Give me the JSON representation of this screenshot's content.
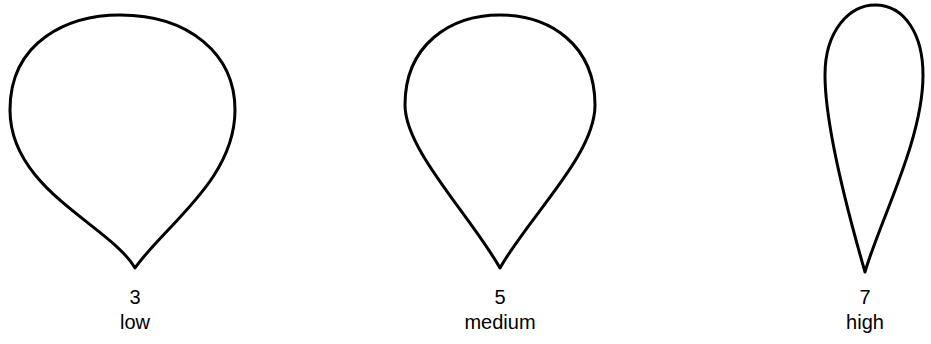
{
  "diagram": {
    "labels": [
      "3",
      "low",
      "5",
      "medium",
      "7",
      "high"
    ]
  }
}
